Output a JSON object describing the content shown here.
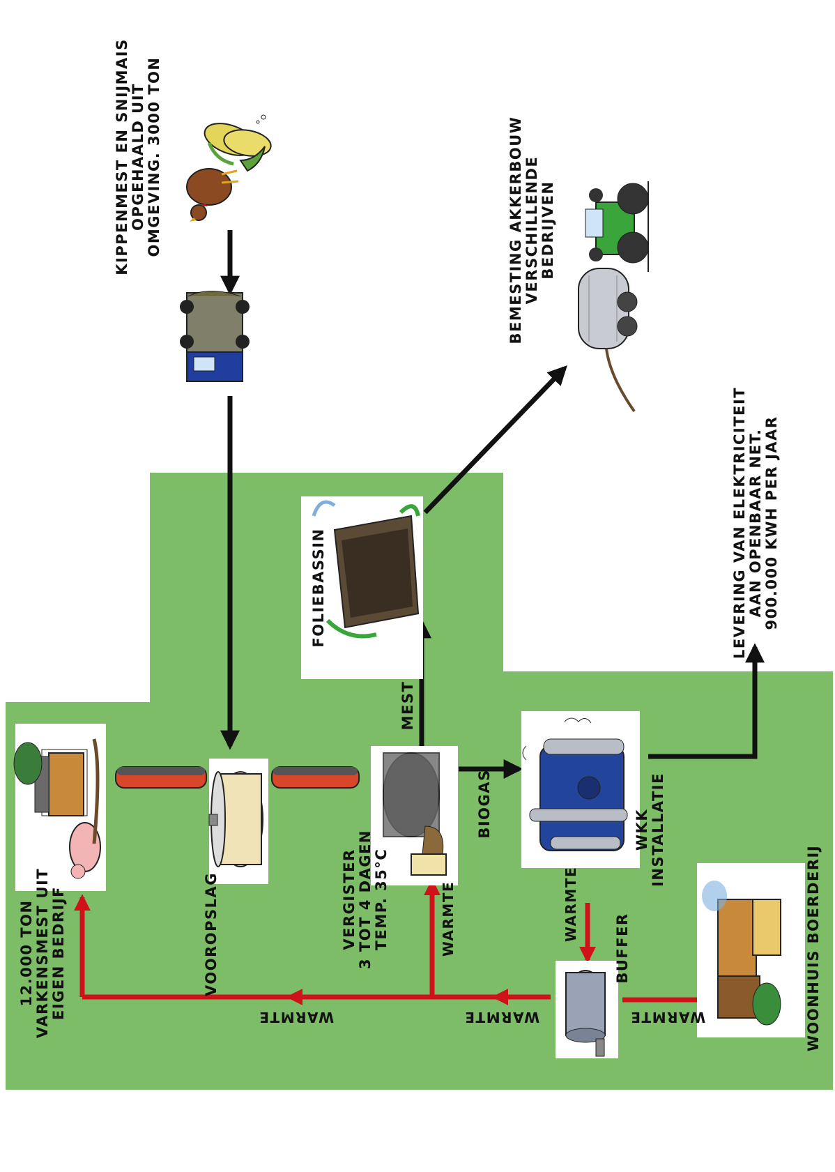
{
  "labels": {
    "kippenmest": [
      "KIPPENMEST EN SNIJMAIS",
      "OPGEHAALD UIT",
      "OMGEVING. 3000 TON"
    ],
    "bemesting": [
      "BEMESTING AKKERBOUW",
      "VERSCHILLENDE",
      "BEDRIJVEN"
    ],
    "levering": [
      "LEVERING VAN ELEKTRICITEIT",
      "AAN OPENBAAR NET.",
      "900.000 KWH PER JAAR"
    ],
    "foliebassin": "FOLIEBASSIN",
    "mest": "MEST",
    "varkensmest": [
      "12.000 TON",
      "VARKENSMEST UIT",
      "EIGEN BEDRIJF"
    ],
    "voorop": "VOOROPSLAG",
    "vergister": [
      "VERGISTER",
      "3 TOT 4 DAGEN",
      "TEMP. 35°C"
    ],
    "biogas": "BIOGAS",
    "wkk": [
      "WKK",
      "INSTALLATIE"
    ],
    "buffer": "BUFFER",
    "woonhuis": "WOONHUIS BOERDERIJ",
    "warmte_vergister": "WARMTE",
    "warmte_wkk": "WARMTE",
    "warmte_bottom_left": "WARMTE",
    "warmte_bottom_mid": "WARMTE",
    "warmte_bottom_right": "WARMTE"
  },
  "icons": [
    "chicken-icon",
    "corn-icon",
    "truck-icon",
    "tractor-icon",
    "tanker-icon",
    "pig-farm-icon",
    "storage-tank-icon",
    "digester-icon",
    "chp-engine-icon",
    "buffer-tank-icon",
    "farmhouse-icon",
    "lagoon-icon",
    "pipe-icon"
  ],
  "colors": {
    "green": "#7dbd67",
    "heat_arrow": "#d0121b",
    "arrow": "#111111",
    "pipe": "#d9472b"
  }
}
